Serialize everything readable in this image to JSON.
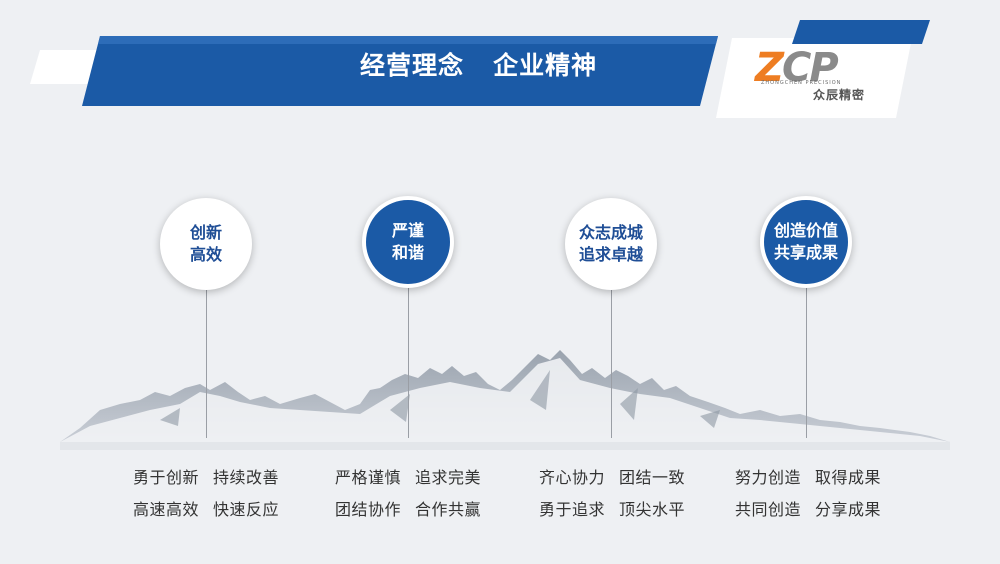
{
  "header": {
    "title": "经营理念   企业精神",
    "colors": {
      "primary_blue": "#1b5aa6",
      "accent_orange": "#ee7d22",
      "background": "#eef0f3"
    }
  },
  "logo": {
    "letter_z": "Z",
    "letter_c": "C",
    "letter_p": "P",
    "english": "ZHONGCHEN PRECISION",
    "chinese": "众辰精密"
  },
  "values": [
    {
      "circle_lines": [
        "创新",
        "高效"
      ],
      "style": "white",
      "motto": [
        [
          "勇于创新",
          "持续改善"
        ],
        [
          "高速高效",
          "快速反应"
        ]
      ]
    },
    {
      "circle_lines": [
        "严谨",
        "和谐"
      ],
      "style": "blue",
      "motto": [
        [
          "严格谨慎",
          "追求完美"
        ],
        [
          "团结协作",
          "合作共赢"
        ]
      ]
    },
    {
      "circle_lines": [
        "众志成城",
        "追求卓越"
      ],
      "style": "white",
      "motto": [
        [
          "齐心协力",
          "团结一致"
        ],
        [
          "勇于追求",
          "顶尖水平"
        ]
      ]
    },
    {
      "circle_lines": [
        "创造价值",
        "共享成果"
      ],
      "style": "blue",
      "motto": [
        [
          "努力创造",
          "取得成果"
        ],
        [
          "共同创造",
          "分享成果"
        ]
      ]
    }
  ]
}
